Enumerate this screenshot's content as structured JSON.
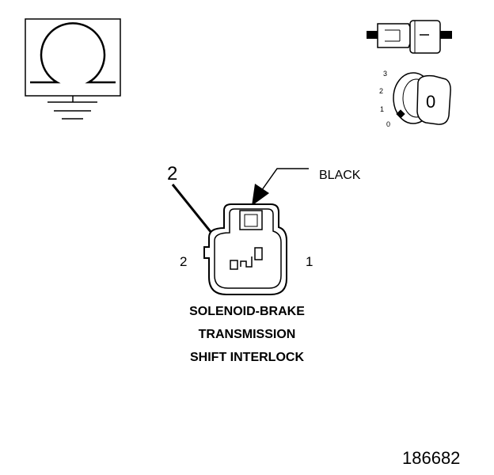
{
  "ohmmeter_symbol": {
    "icon": "ohm-ground-icon"
  },
  "connector_icon": {
    "icon": "connector-plug-icon"
  },
  "ignition_switch": {
    "icon": "ignition-key-icon",
    "positions": [
      "3",
      "2",
      "1",
      "0"
    ],
    "key_label": "0"
  },
  "connector": {
    "color_label": "BLACK",
    "callout_number": "2",
    "pin_left": "2",
    "pin_right": "1",
    "title_lines": [
      "SOLENOID-BRAKE",
      "TRANSMISSION",
      "SHIFT INTERLOCK"
    ]
  },
  "figure_number": "186682",
  "colors": {
    "ink": "#000000",
    "background": "#ffffff"
  }
}
